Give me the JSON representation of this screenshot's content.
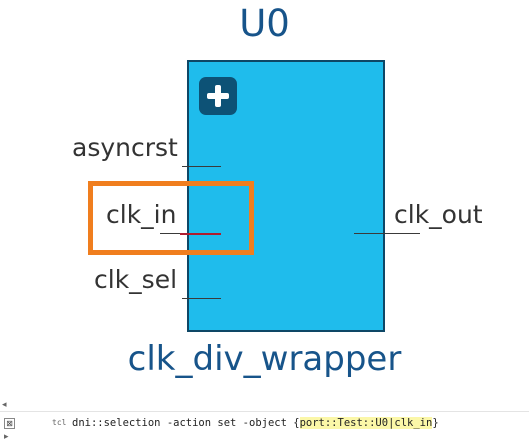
{
  "block": {
    "instance_name": "U0",
    "module_name": "clk_div_wrapper"
  },
  "ports": {
    "asyncrst": "asyncrst",
    "clk_in": "clk_in",
    "clk_sel": "clk_sel",
    "clk_out": "clk_out"
  },
  "console": {
    "tcl_icon": "tcl",
    "command": "dni::selection -action set -object {",
    "highlight": "port::Test::U0|clk_in",
    "close": "}"
  },
  "colors": {
    "block_fill": "#1fbcec",
    "selection_box": "#f07e1e",
    "selected_pin": "#b01c2e",
    "title_text": "#17548a"
  }
}
